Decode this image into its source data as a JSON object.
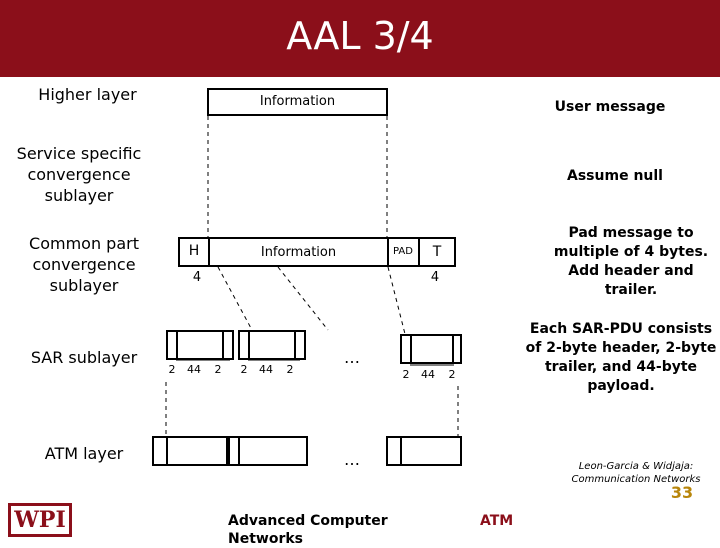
{
  "title": "AAL 3/4",
  "layers": {
    "higher": "Higher layer",
    "sscs": "Service specific convergence sublayer",
    "cpcs": "Common part convergence sublayer",
    "sar": "SAR sublayer",
    "atm": "ATM layer"
  },
  "diagram": {
    "info_top": "Information",
    "header_h": "H",
    "info_mid": "Information",
    "pad": "PAD",
    "trailer_t": "T",
    "h_size": "4",
    "t_size": "4",
    "sar1": [
      "2",
      "44",
      "2"
    ],
    "sar2": [
      "2",
      "44",
      "2"
    ],
    "sar3": [
      "2",
      "44",
      "2"
    ],
    "ellipsis_sar": "…",
    "ellipsis_atm": "…"
  },
  "notes": {
    "user_message": "User message",
    "assume_null": "Assume null",
    "pad_message": "Pad message to multiple of 4 bytes. Add header and trailer.",
    "sar_pdu": "Each SAR-PDU consists of 2-byte header, 2-byte trailer, and 44-byte payload.",
    "citation": "Leon-Garcia & Widjaja: Communication Networks"
  },
  "footer": {
    "logo": "WPI",
    "course": "Advanced Computer Networks",
    "topic": "ATM",
    "page": "33"
  },
  "colors": {
    "header_bg": "#8b0f1a",
    "header_text": "#ffffff",
    "slide_number": "#b8860b"
  }
}
